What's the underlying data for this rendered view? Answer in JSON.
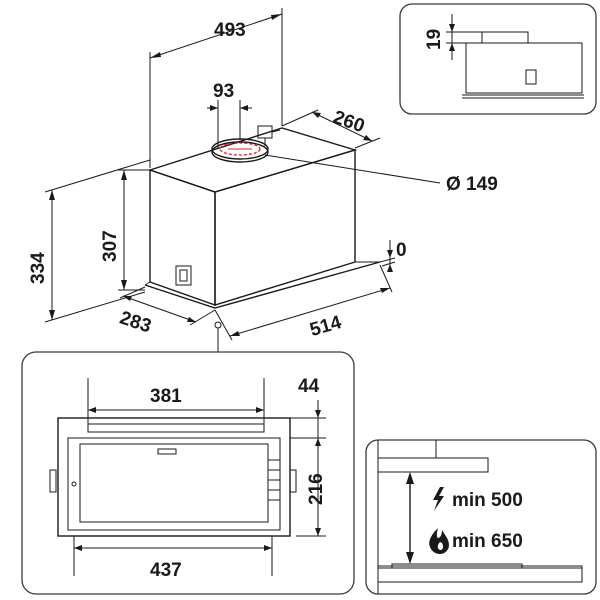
{
  "main_view": {
    "width_493": "493",
    "outlet_offset_93": "93",
    "depth_260": "260",
    "outlet_diameter": "Ø 149",
    "height_307": "307",
    "height_334": "334",
    "depth_283": "283",
    "width_514": "514",
    "offset_0": "0"
  },
  "side_inset": {
    "height_19": "19"
  },
  "bottom_view": {
    "width_381": "381",
    "width_437": "437",
    "gap_44": "44",
    "depth_216": "216"
  },
  "clearance_inset": {
    "electric_label": "min 500",
    "gas_label": "min 650"
  },
  "icons": [
    "lightning-icon",
    "flame-icon"
  ],
  "colors": {
    "line": "#1a1a1a",
    "accent_red": "#e0202a",
    "frame": "#3a3a3a"
  }
}
